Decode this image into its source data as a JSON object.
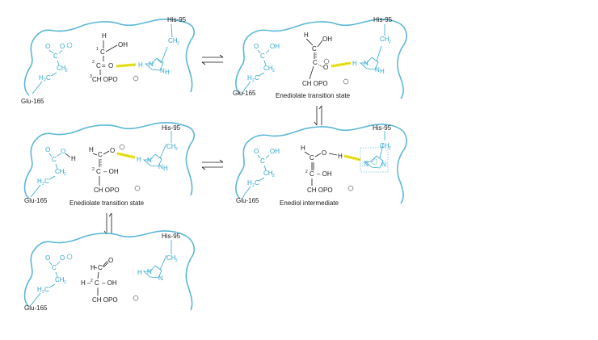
{
  "labels": {
    "glu": "Glu-165",
    "his": "His-95",
    "enediolate": "Enediolate transition state",
    "enediol": "Enediol intermediate"
  },
  "atoms": {
    "H": "H",
    "OH": "OH",
    "O": "O",
    "C": "C",
    "N": "N",
    "CH2": "CH",
    "sub2": "2",
    "dash_OH": "– OH",
    "CH2OPO3": "CH OPO",
    "sub3": "3",
    "H_C": "H –",
    "H_C2": "H–"
  },
  "colors": {
    "protein": "#5bb7d6",
    "residue": "#2fa6cc",
    "hbond": "#f2ec2a",
    "text": "#1a1a1a"
  }
}
